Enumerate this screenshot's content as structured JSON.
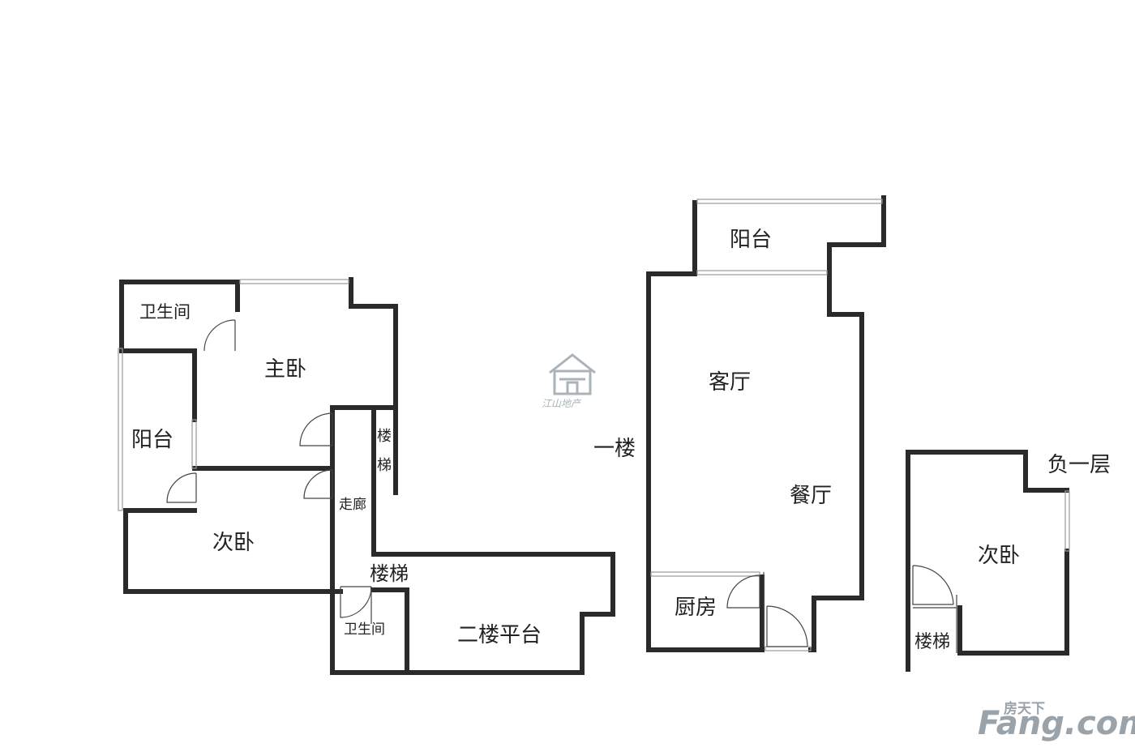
{
  "upper_floor": {
    "rooms": {
      "bathroom_1": "卫生间",
      "master_bedroom": "主卧",
      "balcony": "阳台",
      "second_bedroom": "次卧",
      "corridor": "走廊",
      "stairs_vertical_1": "楼",
      "stairs_vertical_2": "梯",
      "stairs": "楼梯",
      "bathroom_2": "卫生间",
      "terrace": "二楼平台"
    }
  },
  "first_floor": {
    "label": "一楼",
    "rooms": {
      "balcony": "阳台",
      "living_room": "客厅",
      "dining_room": "餐厅",
      "kitchen": "厨房"
    }
  },
  "basement": {
    "label": "负一层",
    "rooms": {
      "second_bedroom": "次卧",
      "stairs": "楼梯"
    }
  },
  "logo": {
    "icon": "house-logo-icon",
    "text": "江山地产",
    "color": "#a9b3b8"
  },
  "watermark": {
    "brand": "Fang.com",
    "cn": "房天下",
    "color": "#9aa3a9"
  }
}
